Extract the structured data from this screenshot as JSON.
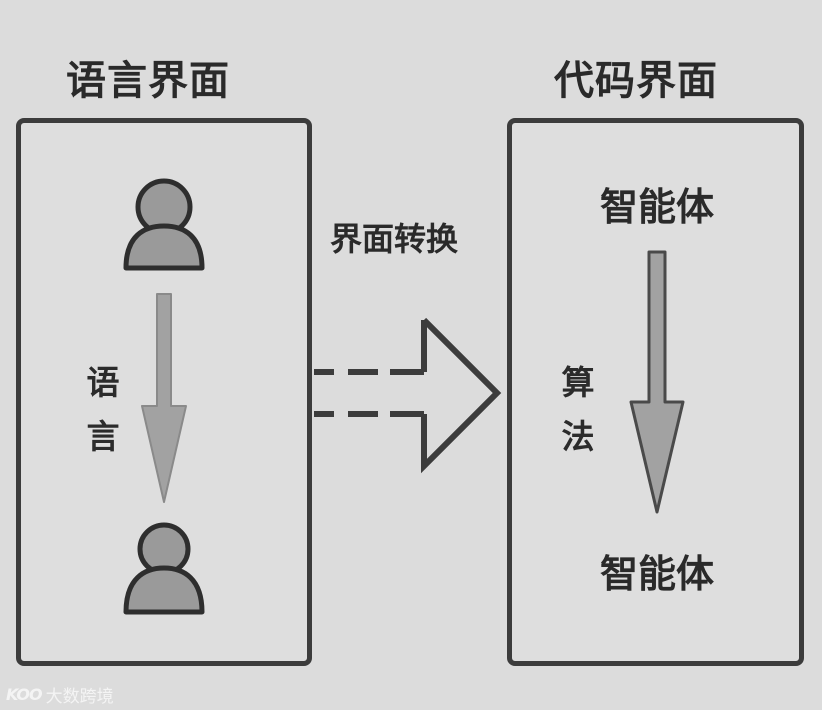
{
  "left_panel": {
    "title": "语言界面",
    "vertical_label": [
      "语",
      "言"
    ]
  },
  "right_panel": {
    "title": "代码界面",
    "agent_top": "智能体",
    "agent_bottom": "智能体",
    "vertical_label": [
      "算",
      "法"
    ]
  },
  "conversion": {
    "label": "界面转换"
  },
  "watermark": {
    "logo_text": "KOO",
    "text": "大数跨境"
  },
  "colors": {
    "background": "#dcdcdc",
    "border": "#3c3c3c",
    "person_fill": "#9a9a9a",
    "arrow_fill": "#a2a2a2",
    "text": "#2a2a2a"
  },
  "icons": {
    "person": "person-icon",
    "down_arrow": "down-arrow-icon",
    "right_arrow": "dashed-right-arrow-icon"
  }
}
